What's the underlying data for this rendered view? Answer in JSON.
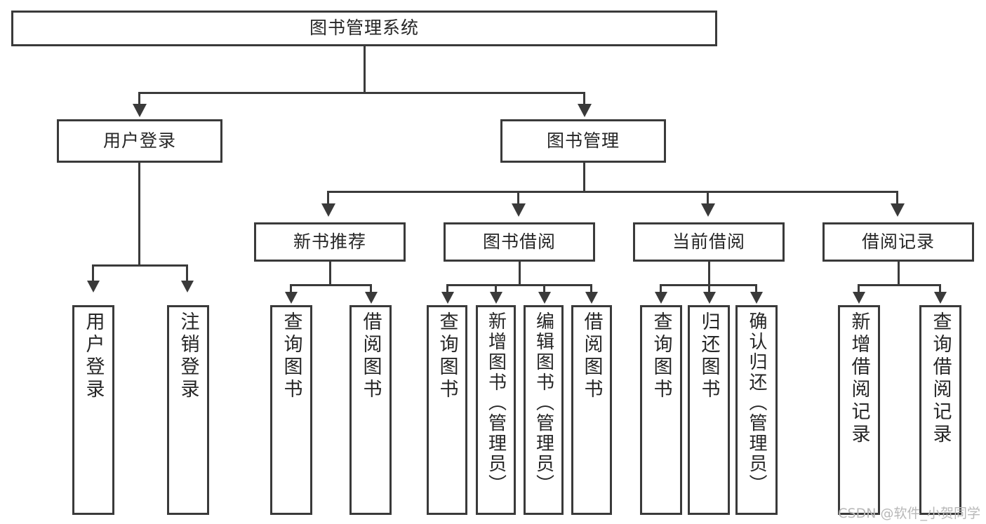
{
  "diagram": {
    "title": "图书管理系统",
    "type": "tree-hierarchy",
    "root": {
      "id": "root",
      "label": "图书管理系统"
    },
    "level2": [
      {
        "id": "user-login",
        "label": "用户登录"
      },
      {
        "id": "book-manage",
        "label": "图书管理"
      }
    ],
    "level3": [
      {
        "id": "new-book-recommend",
        "label": "新书推荐"
      },
      {
        "id": "book-borrow",
        "label": "图书借阅"
      },
      {
        "id": "current-borrow",
        "label": "当前借阅"
      },
      {
        "id": "borrow-record",
        "label": "借阅记录"
      }
    ],
    "leaves": {
      "user_login": [
        {
          "id": "leaf-user-login",
          "label": "用户登录"
        },
        {
          "id": "leaf-logout-login",
          "label": "注销登录"
        }
      ],
      "new_book_recommend": [
        {
          "id": "leaf-query-book-1",
          "label": "查询图书"
        },
        {
          "id": "leaf-borrow-book-1",
          "label": "借阅图书"
        }
      ],
      "book_borrow": [
        {
          "id": "leaf-query-book-2",
          "label": "查询图书"
        },
        {
          "id": "leaf-add-book",
          "label": "新增图书（管理员）"
        },
        {
          "id": "leaf-edit-book",
          "label": "编辑图书（管理员）"
        },
        {
          "id": "leaf-borrow-book-2",
          "label": "借阅图书"
        }
      ],
      "current_borrow": [
        {
          "id": "leaf-query-book-3",
          "label": "查询图书"
        },
        {
          "id": "leaf-return-book",
          "label": "归还图书"
        },
        {
          "id": "leaf-confirm-return",
          "label": "确认归还（管理员）"
        }
      ],
      "borrow_record": [
        {
          "id": "leaf-add-record",
          "label": "新增借阅记录"
        },
        {
          "id": "leaf-query-record",
          "label": "查询借阅记录"
        }
      ]
    }
  },
  "watermark": {
    "text": "CSDN @软件_小贺同学"
  },
  "colors": {
    "stroke": "#3a3a3a",
    "background": "#ffffff",
    "text": "#262626",
    "watermark": "#b8b8b8"
  }
}
